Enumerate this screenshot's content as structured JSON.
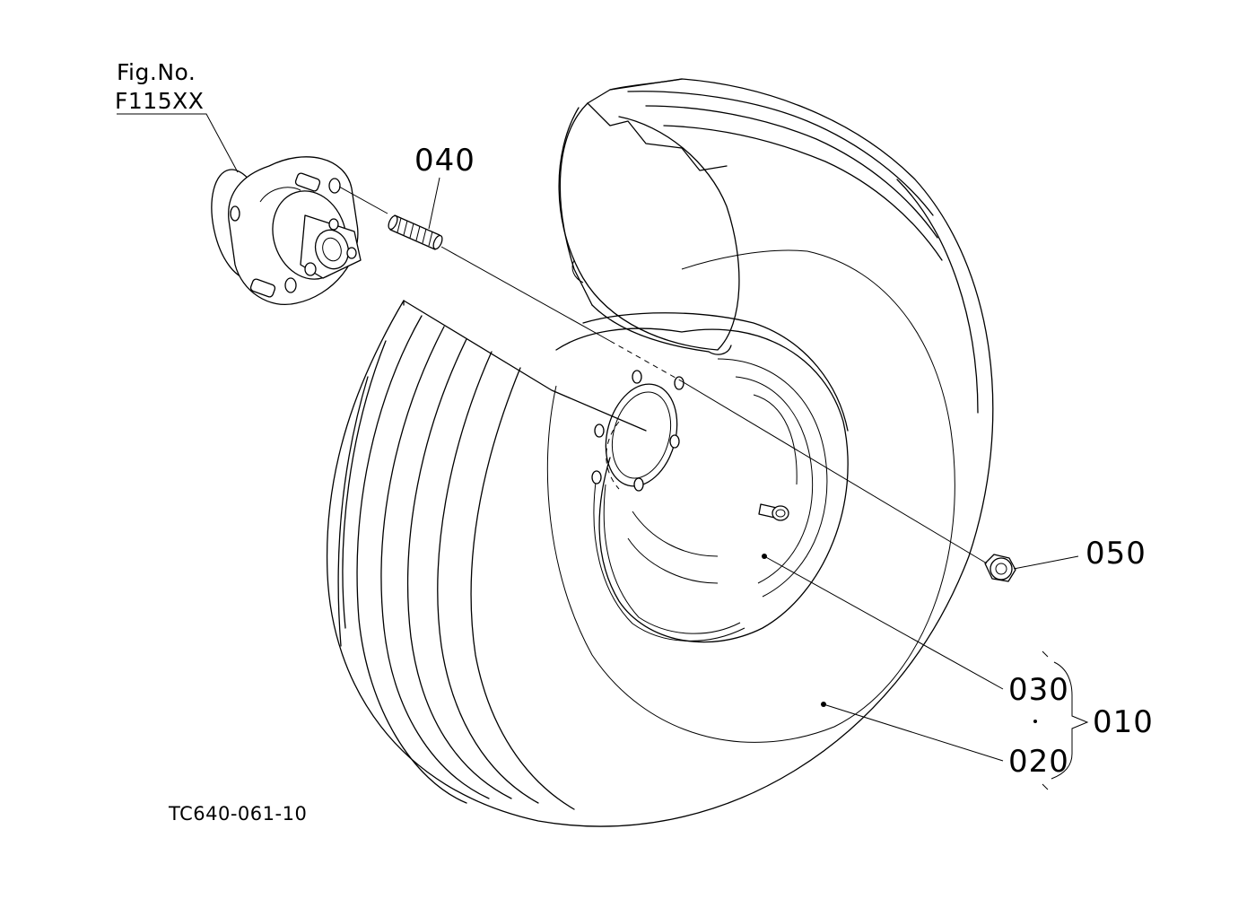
{
  "figure_ref": {
    "line1": "Fig.No.",
    "line2": "F115XX"
  },
  "callouts": {
    "stud": "040",
    "nut": "050",
    "rim": "030",
    "tire": "020",
    "assembly": "010"
  },
  "drawing_code": "TC640-061-10",
  "colors": {
    "line": "#000000",
    "background": "#ffffff"
  }
}
